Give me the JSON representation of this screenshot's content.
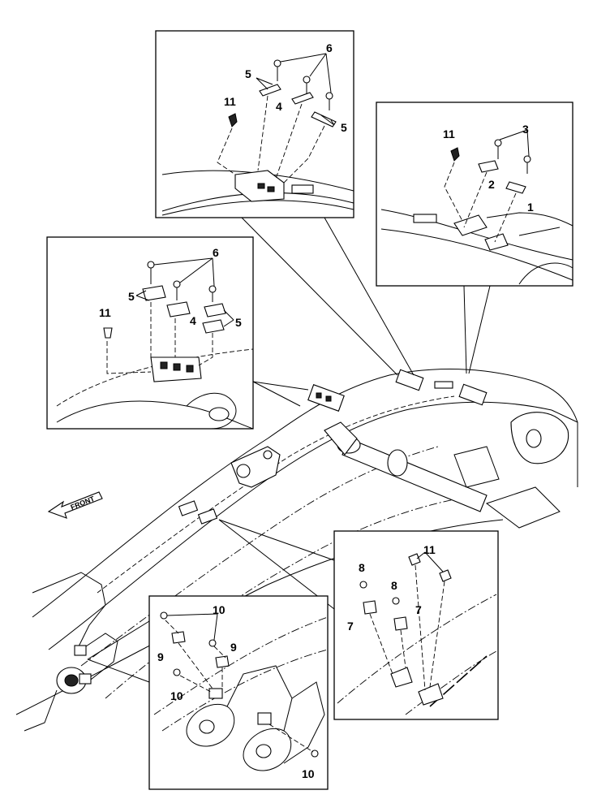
{
  "front_label": "FRONT",
  "callouts": {
    "top_center": [
      "6",
      "5",
      "4",
      "5",
      "11"
    ],
    "top_right": [
      "11",
      "3",
      "2",
      "1"
    ],
    "left": [
      "6",
      "5",
      "4",
      "5",
      "11"
    ],
    "bottom_left": [
      "10",
      "9",
      "9",
      "10",
      "10"
    ],
    "bottom_right": [
      "11",
      "8",
      "8",
      "7",
      "7"
    ]
  }
}
